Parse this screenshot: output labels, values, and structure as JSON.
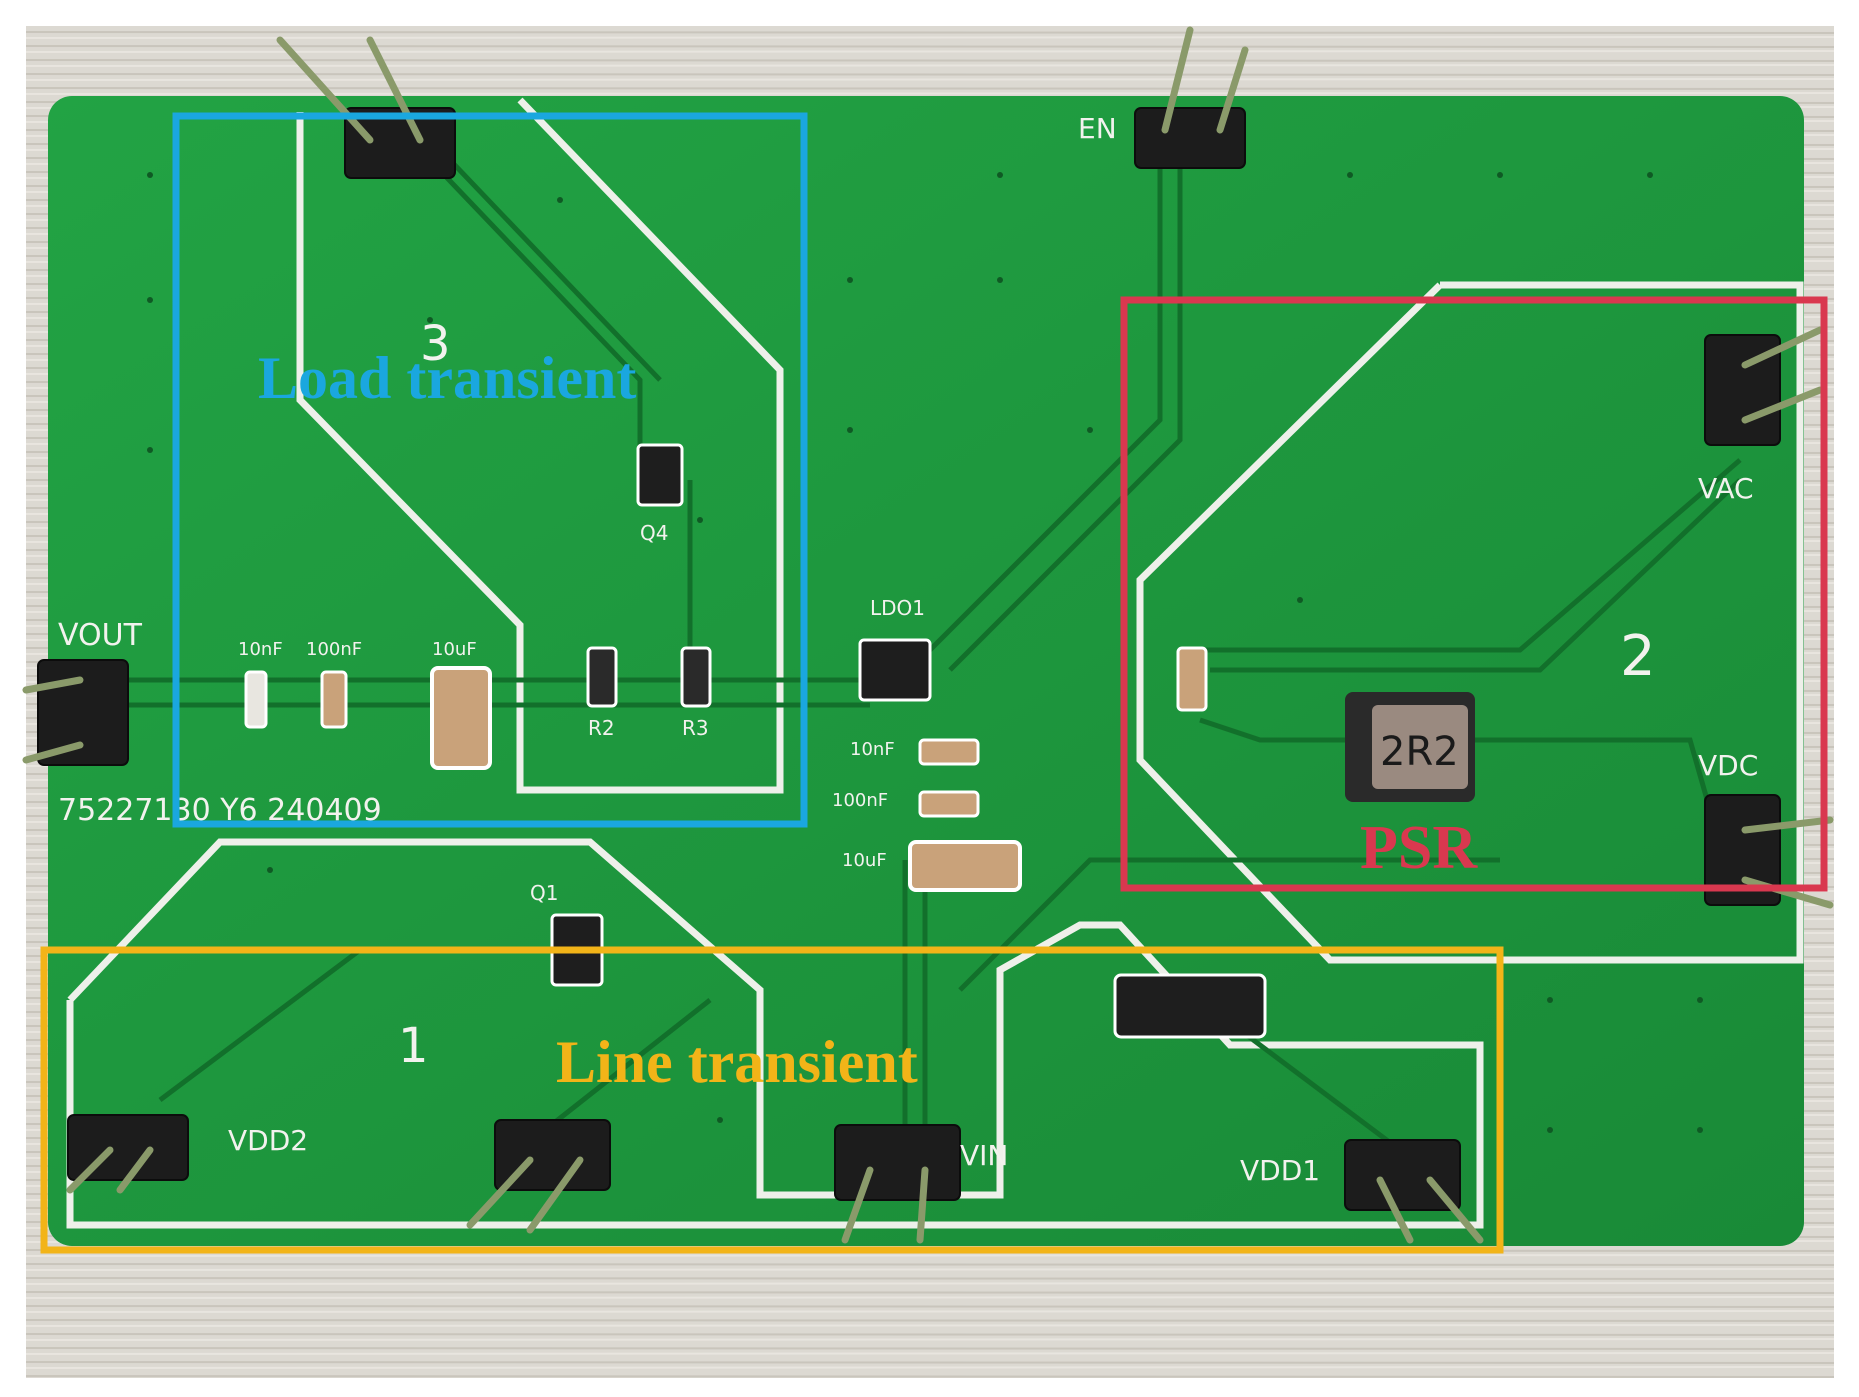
{
  "board": {
    "pins": {
      "vout": "VOUT",
      "en": "EN",
      "vac": "VAC",
      "vdc": "VDC",
      "vdd2": "VDD2",
      "vin": "VIN",
      "vdd1": "VDD1"
    },
    "components": {
      "ldo": "LDO1",
      "q1": "Q1",
      "q4": "Q4",
      "r2": "R2",
      "r3": "R3",
      "inductor": "2R2",
      "cap_out_1": "10nF",
      "cap_out_2": "100nF",
      "cap_out_3": "10uF",
      "cap_in_1": "10nF",
      "cap_in_2": "100nF",
      "cap_in_3": "10uF"
    },
    "section_numbers": {
      "one": "1",
      "two": "2",
      "three": "3"
    },
    "serial": "75227130 Y6 240409"
  },
  "regions": {
    "load_transient": {
      "label": "Load transient",
      "color": "#1aa7df"
    },
    "psr": {
      "label": "PSR",
      "color": "#d9384f"
    },
    "line_transient": {
      "label": "Line transient",
      "color": "#f2b418"
    }
  },
  "colors": {
    "pcb": "#1f9a3e",
    "pcb_dark": "#15742c",
    "silkscreen": "#f2f2ee",
    "wood": "#d9d6cf"
  }
}
